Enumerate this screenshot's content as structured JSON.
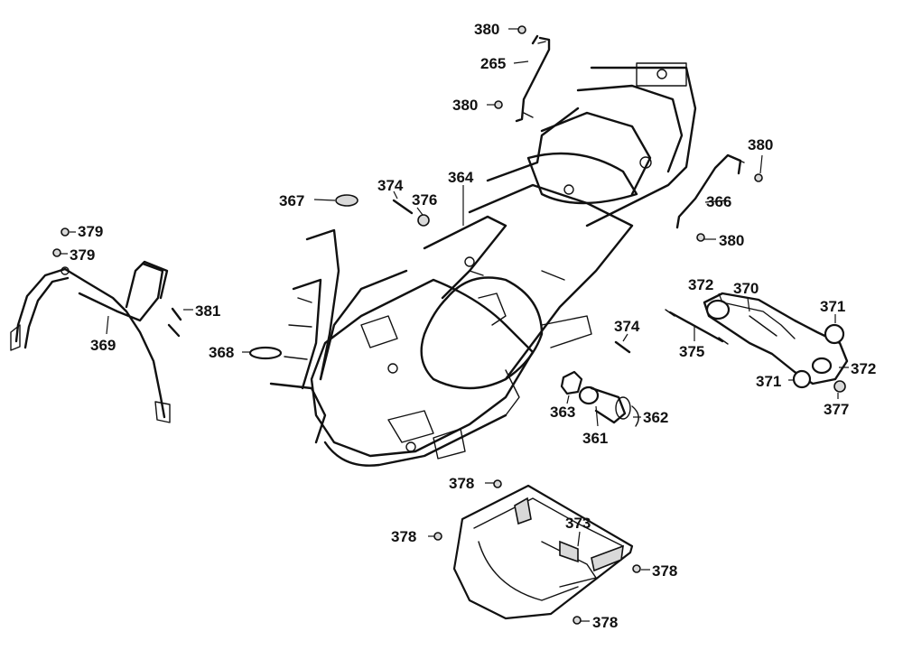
{
  "callouts": [
    {
      "id": "c380a",
      "text": "380"
    },
    {
      "id": "c265",
      "text": "265"
    },
    {
      "id": "c380b",
      "text": "380"
    },
    {
      "id": "c380c",
      "text": "380"
    },
    {
      "id": "c366",
      "text": "366"
    },
    {
      "id": "c380d",
      "text": "380"
    },
    {
      "id": "c364",
      "text": "364"
    },
    {
      "id": "c374a",
      "text": "374"
    },
    {
      "id": "c376",
      "text": "376"
    },
    {
      "id": "c367",
      "text": "367"
    },
    {
      "id": "c379a",
      "text": "379"
    },
    {
      "id": "c379b",
      "text": "379"
    },
    {
      "id": "c381",
      "text": "381"
    },
    {
      "id": "c369",
      "text": "369"
    },
    {
      "id": "c368",
      "text": "368"
    },
    {
      "id": "c372a",
      "text": "372"
    },
    {
      "id": "c370",
      "text": "370"
    },
    {
      "id": "c371a",
      "text": "371"
    },
    {
      "id": "c374b",
      "text": "374"
    },
    {
      "id": "c375",
      "text": "375"
    },
    {
      "id": "c372b",
      "text": "372"
    },
    {
      "id": "c371b",
      "text": "371"
    },
    {
      "id": "c377",
      "text": "377"
    },
    {
      "id": "c363",
      "text": "363"
    },
    {
      "id": "c362",
      "text": "362"
    },
    {
      "id": "c361",
      "text": "361"
    },
    {
      "id": "c378a",
      "text": "378"
    },
    {
      "id": "c373",
      "text": "373"
    },
    {
      "id": "c378b",
      "text": "378"
    },
    {
      "id": "c378c",
      "text": "378"
    },
    {
      "id": "c378d",
      "text": "378"
    }
  ]
}
